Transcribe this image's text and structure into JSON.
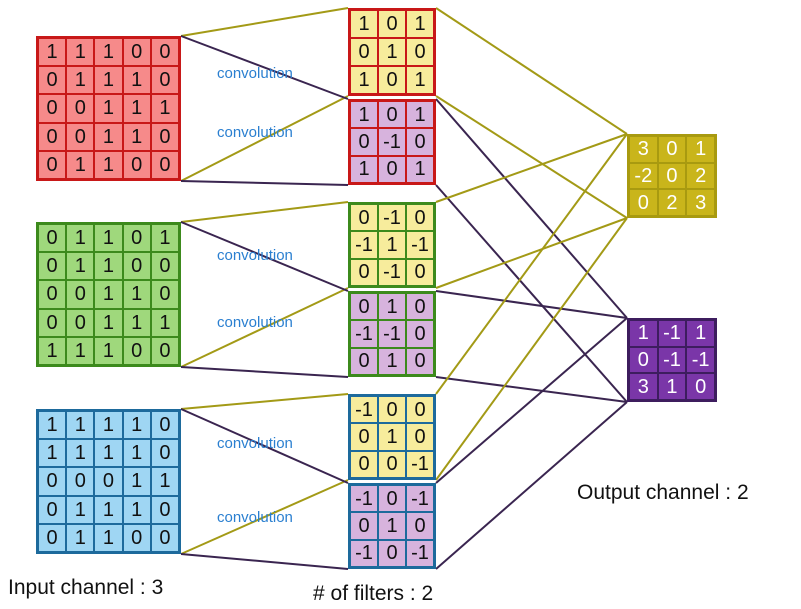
{
  "colors": {
    "connector_input_filter": "#a39a16",
    "connector_filter_output": "#3a2550",
    "convolution_text": "#2a7fd0",
    "caption_text": "#111111"
  },
  "input_channels": [
    {
      "name": "red",
      "border": "#c81818",
      "fill": "#f68a8a",
      "text": "#111111",
      "values": [
        [
          1,
          1,
          1,
          0,
          0
        ],
        [
          0,
          1,
          1,
          1,
          0
        ],
        [
          0,
          0,
          1,
          1,
          1
        ],
        [
          0,
          0,
          1,
          1,
          0
        ],
        [
          0,
          1,
          1,
          0,
          0
        ]
      ]
    },
    {
      "name": "green",
      "border": "#3c8a1c",
      "fill": "#9fd87c",
      "text": "#111111",
      "values": [
        [
          0,
          1,
          1,
          0,
          1
        ],
        [
          0,
          1,
          1,
          0,
          0
        ],
        [
          0,
          0,
          1,
          1,
          0
        ],
        [
          0,
          0,
          1,
          1,
          1
        ],
        [
          1,
          1,
          1,
          0,
          0
        ]
      ]
    },
    {
      "name": "blue",
      "border": "#1d6a9c",
      "fill": "#9fd6f3",
      "text": "#111111",
      "values": [
        [
          1,
          1,
          1,
          1,
          0
        ],
        [
          1,
          1,
          1,
          1,
          0
        ],
        [
          0,
          0,
          0,
          1,
          1
        ],
        [
          0,
          1,
          1,
          1,
          0
        ],
        [
          0,
          1,
          1,
          0,
          0
        ]
      ]
    }
  ],
  "filters": [
    {
      "name": "f1-red",
      "border": "#c81818",
      "fill": "#f7ec9c",
      "text": "#111111",
      "values": [
        [
          "1",
          "0",
          "1"
        ],
        [
          "0",
          "1",
          "0"
        ],
        [
          "1",
          "0",
          "1"
        ]
      ]
    },
    {
      "name": "f2-red",
      "border": "#c81818",
      "fill": "#d7b3dd",
      "text": "#111111",
      "values": [
        [
          "1",
          "0",
          "1"
        ],
        [
          "0",
          "-1",
          "0"
        ],
        [
          "1",
          "0",
          "1"
        ]
      ]
    },
    {
      "name": "f1-green",
      "border": "#3c8a1c",
      "fill": "#f7ec9c",
      "text": "#111111",
      "values": [
        [
          "0",
          "-1",
          "0"
        ],
        [
          "-1",
          "1",
          "-1"
        ],
        [
          "0",
          "-1",
          "0"
        ]
      ]
    },
    {
      "name": "f2-green",
      "border": "#3c8a1c",
      "fill": "#d7b3dd",
      "text": "#111111",
      "values": [
        [
          "0",
          "1",
          "0"
        ],
        [
          "-1",
          "-1",
          "0"
        ],
        [
          "0",
          "1",
          "0"
        ]
      ]
    },
    {
      "name": "f1-blue",
      "border": "#1d6a9c",
      "fill": "#f7ec9c",
      "text": "#111111",
      "values": [
        [
          "-1",
          "0",
          "0"
        ],
        [
          "0",
          "1",
          "0"
        ],
        [
          "0",
          "0",
          "-1"
        ]
      ]
    },
    {
      "name": "f2-blue",
      "border": "#1d6a9c",
      "fill": "#d7b3dd",
      "text": "#111111",
      "values": [
        [
          "-1",
          "0",
          "-1"
        ],
        [
          "0",
          "1",
          "0"
        ],
        [
          "-1",
          "0",
          "-1"
        ]
      ]
    }
  ],
  "outputs": [
    {
      "name": "out1",
      "border": "#a89a10",
      "fill": "#c9b51b",
      "text": "#ffffff",
      "values": [
        [
          "3",
          "0",
          "1"
        ],
        [
          "-2",
          "0",
          "2"
        ],
        [
          "0",
          "2",
          "3"
        ]
      ]
    },
    {
      "name": "out2",
      "border": "#3d1d5e",
      "fill": "#7a36a8",
      "text": "#ffffff",
      "values": [
        [
          "1",
          "-1",
          "1"
        ],
        [
          "0",
          "-1",
          "-1"
        ],
        [
          "3",
          "1",
          "0"
        ]
      ]
    }
  ],
  "labels": {
    "convolution": "convolution",
    "input_channel": "Input channel : 3",
    "num_filters": "# of filters : 2",
    "output_channel": "Output channel : 2"
  }
}
